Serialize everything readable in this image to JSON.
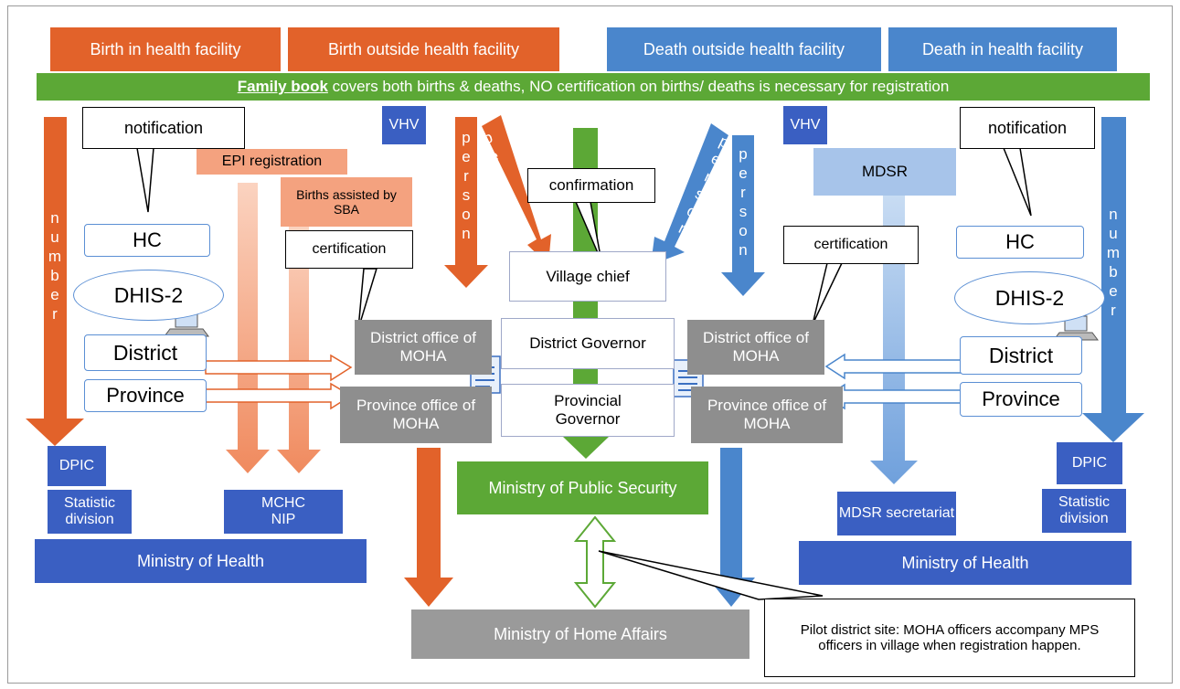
{
  "header": {
    "birth_in": "Birth in health facility",
    "birth_out": "Birth outside health facility",
    "death_out": "Death outside health facility",
    "death_in": "Death in health facility"
  },
  "banner": {
    "bold": "Family book",
    "rest": " covers both births & deaths, NO certification on births/ deaths is necessary for registration"
  },
  "left": {
    "notification": "notification",
    "epi": "EPI registration",
    "births_sba": "Births assisted by SBA",
    "hc": "HC",
    "dhis": "DHIS-2",
    "district": "District",
    "province": "Province",
    "certification": "certification",
    "number": "number",
    "dpic": "DPIC",
    "statistic": "Statistic division",
    "mchc": "MCHC NIP",
    "moh": "Ministry of Health"
  },
  "right": {
    "notification": "notification",
    "mdsr": "MDSR",
    "hc": "HC",
    "dhis": "DHIS-2",
    "district": "District",
    "province": "Province",
    "certification": "certification",
    "number": "number",
    "dpic": "DPIC",
    "statistic": "Statistic division",
    "mdsr_sec": "MDSR secretariat",
    "moh": "Ministry of Health"
  },
  "center": {
    "vhv": "VHV",
    "person": "person",
    "confirmation": "confirmation",
    "village_chief": "Village chief",
    "district_governor": "District Governor",
    "provincial_governor": "Provincial Governor",
    "district_moha": "District office of MOHA",
    "province_moha": "Province office of MOHA",
    "mps": "Ministry of Public Security",
    "moha": "Ministry of Home Affairs"
  },
  "pilot_note": "Pilot district site: MOHA officers accompany MPS officers in village when registration happen.",
  "colors": {
    "orange": "#e2622a",
    "blue": "#4a86cc",
    "dark_blue": "#3a5fc2",
    "green": "#5ca836",
    "gray": "#8e8e8e",
    "peach": "#f4a27f"
  }
}
